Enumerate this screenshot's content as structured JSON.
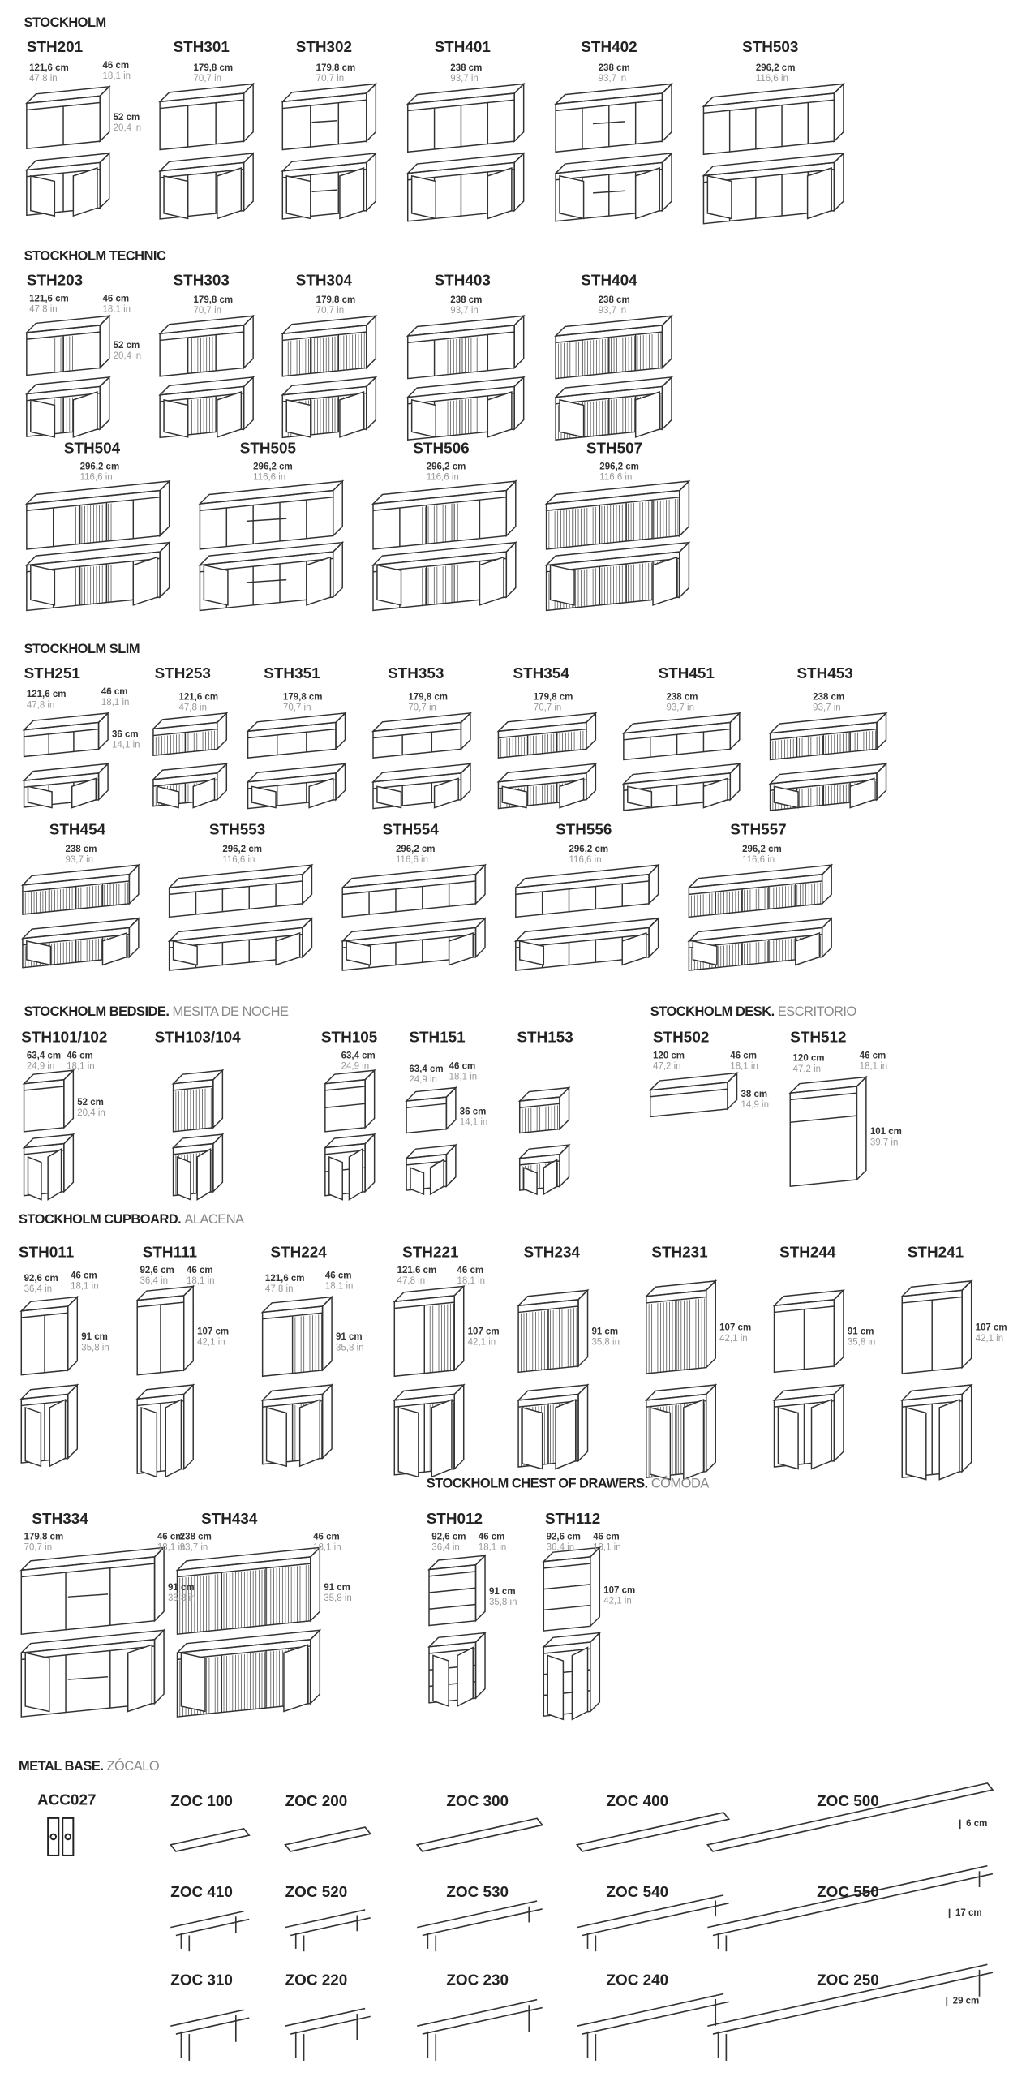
{
  "sections": [
    {
      "title": "STOCKHOLM",
      "subtitle": "",
      "items": [
        {
          "code": "STH201",
          "dims": [
            {
              "cm": "121,6 cm",
              "in": "47,8 in"
            },
            {
              "cm": "46 cm",
              "in": "18,1 in"
            },
            {
              "cm": "52 cm",
              "in": "20,4 in"
            }
          ]
        },
        {
          "code": "STH301",
          "dims": [
            {
              "cm": "179,8 cm",
              "in": "70,7 in"
            }
          ]
        },
        {
          "code": "STH302",
          "dims": [
            {
              "cm": "179,8 cm",
              "in": "70,7 in"
            }
          ]
        },
        {
          "code": "STH401",
          "dims": [
            {
              "cm": "238 cm",
              "in": "93,7 in"
            }
          ]
        },
        {
          "code": "STH402",
          "dims": [
            {
              "cm": "238 cm",
              "in": "93,7 in"
            }
          ]
        },
        {
          "code": "STH503",
          "dims": [
            {
              "cm": "296,2 cm",
              "in": "116,6 in"
            }
          ]
        }
      ]
    },
    {
      "title": "STOCKHOLM TECHNIC",
      "subtitle": "",
      "items": [
        {
          "code": "STH203",
          "dims": [
            {
              "cm": "121,6 cm",
              "in": "47,8 in"
            },
            {
              "cm": "46 cm",
              "in": "18,1 in"
            },
            {
              "cm": "52 cm",
              "in": "20,4 in"
            }
          ]
        },
        {
          "code": "STH303",
          "dims": [
            {
              "cm": "179,8 cm",
              "in": "70,7 in"
            }
          ]
        },
        {
          "code": "STH304",
          "dims": [
            {
              "cm": "179,8 cm",
              "in": "70,7 in"
            }
          ]
        },
        {
          "code": "STH403",
          "dims": [
            {
              "cm": "238 cm",
              "in": "93,7 in"
            }
          ]
        },
        {
          "code": "STH404",
          "dims": [
            {
              "cm": "238 cm",
              "in": "93,7 in"
            }
          ]
        },
        {
          "code": "STH504",
          "dims": [
            {
              "cm": "296,2 cm",
              "in": "116,6 in"
            }
          ]
        },
        {
          "code": "STH505",
          "dims": [
            {
              "cm": "296,2 cm",
              "in": "116,6 in"
            }
          ]
        },
        {
          "code": "STH506",
          "dims": [
            {
              "cm": "296,2 cm",
              "in": "116,6 in"
            }
          ]
        },
        {
          "code": "STH507",
          "dims": [
            {
              "cm": "296,2 cm",
              "in": "116,6 in"
            }
          ]
        }
      ]
    },
    {
      "title": "STOCKHOLM SLIM",
      "subtitle": "",
      "items": [
        {
          "code": "STH251",
          "dims": [
            {
              "cm": "121,6 cm",
              "in": "47,8 in"
            },
            {
              "cm": "46 cm",
              "in": "18,1 in"
            },
            {
              "cm": "36 cm",
              "in": "14,1 in"
            }
          ]
        },
        {
          "code": "STH253",
          "dims": [
            {
              "cm": "121,6 cm",
              "in": "47,8 in"
            }
          ]
        },
        {
          "code": "STH351",
          "dims": [
            {
              "cm": "179,8 cm",
              "in": "70,7 in"
            }
          ]
        },
        {
          "code": "STH353",
          "dims": [
            {
              "cm": "179,8 cm",
              "in": "70,7 in"
            }
          ]
        },
        {
          "code": "STH354",
          "dims": [
            {
              "cm": "179,8 cm",
              "in": "70,7 in"
            }
          ]
        },
        {
          "code": "STH451",
          "dims": [
            {
              "cm": "238 cm",
              "in": "93,7 in"
            }
          ]
        },
        {
          "code": "STH453",
          "dims": [
            {
              "cm": "238 cm",
              "in": "93,7 in"
            }
          ]
        },
        {
          "code": "STH454",
          "dims": [
            {
              "cm": "238 cm",
              "in": "93,7 in"
            }
          ]
        },
        {
          "code": "STH553",
          "dims": [
            {
              "cm": "296,2 cm",
              "in": "116,6 in"
            }
          ]
        },
        {
          "code": "STH554",
          "dims": [
            {
              "cm": "296,2 cm",
              "in": "116,6 in"
            }
          ]
        },
        {
          "code": "STH556",
          "dims": [
            {
              "cm": "296,2 cm",
              "in": "116,6 in"
            }
          ]
        },
        {
          "code": "STH557",
          "dims": [
            {
              "cm": "296,2 cm",
              "in": "116,6 in"
            }
          ]
        }
      ]
    },
    {
      "title": "STOCKHOLM BEDSIDE.",
      "subtitle": "MESITA DE NOCHE",
      "items": [
        {
          "code": "STH101/102",
          "dims": [
            {
              "cm": "63,4 cm",
              "in": "24,9 in"
            },
            {
              "cm": "46 cm",
              "in": "18,1 in"
            },
            {
              "cm": "52 cm",
              "in": "20,4 in"
            }
          ]
        },
        {
          "code": "STH103/104",
          "dims": []
        },
        {
          "code": "STH105",
          "dims": [
            {
              "cm": "63,4 cm",
              "in": "24,9 in"
            }
          ]
        },
        {
          "code": "STH151",
          "dims": [
            {
              "cm": "63,4 cm",
              "in": "24,9 in"
            },
            {
              "cm": "46 cm",
              "in": "18,1 in"
            },
            {
              "cm": "36 cm",
              "in": "14,1 in"
            }
          ]
        },
        {
          "code": "STH153",
          "dims": []
        }
      ]
    },
    {
      "title": "STOCKHOLM DESK.",
      "subtitle": "ESCRITORIO",
      "items": [
        {
          "code": "STH502",
          "dims": [
            {
              "cm": "120 cm",
              "in": "47,2 in"
            },
            {
              "cm": "46 cm",
              "in": "18,1 in"
            },
            {
              "cm": "38 cm",
              "in": "14,9 in"
            }
          ]
        },
        {
          "code": "STH512",
          "dims": [
            {
              "cm": "120 cm",
              "in": "47,2 in"
            },
            {
              "cm": "46 cm",
              "in": "18,1 in"
            },
            {
              "cm": "101 cm",
              "in": "39,7 in"
            }
          ]
        }
      ]
    },
    {
      "title": "STOCKHOLM CUPBOARD.",
      "subtitle": "ALACENA",
      "items": [
        {
          "code": "STH011",
          "dims": [
            {
              "cm": "92,6 cm",
              "in": "36,4 in"
            },
            {
              "cm": "46 cm",
              "in": "18,1 in"
            },
            {
              "cm": "91 cm",
              "in": "35,8 in"
            }
          ]
        },
        {
          "code": "STH111",
          "dims": [
            {
              "cm": "92,6 cm",
              "in": "36,4 in"
            },
            {
              "cm": "46 cm",
              "in": "18,1 in"
            },
            {
              "cm": "107 cm",
              "in": "42,1 in"
            }
          ]
        },
        {
          "code": "STH224",
          "dims": [
            {
              "cm": "121,6 cm",
              "in": "47,8 in"
            },
            {
              "cm": "46 cm",
              "in": "18,1 in"
            },
            {
              "cm": "91 cm",
              "in": "35,8 in"
            }
          ]
        },
        {
          "code": "STH221",
          "dims": [
            {
              "cm": "121,6 cm",
              "in": "47,8 in"
            },
            {
              "cm": "46 cm",
              "in": "18,1 in"
            },
            {
              "cm": "107 cm",
              "in": "42,1 in"
            }
          ]
        },
        {
          "code": "STH234",
          "dims": [
            {
              "cm": "91 cm",
              "in": "35,8 in"
            }
          ]
        },
        {
          "code": "STH231",
          "dims": [
            {
              "cm": "107 cm",
              "in": "42,1 in"
            }
          ]
        },
        {
          "code": "STH244",
          "dims": [
            {
              "cm": "91 cm",
              "in": "35,8 in"
            }
          ]
        },
        {
          "code": "STH241",
          "dims": [
            {
              "cm": "107 cm",
              "in": "42,1 in"
            }
          ]
        },
        {
          "code": "STH334",
          "dims": [
            {
              "cm": "179,8 cm",
              "in": "70,7 in"
            },
            {
              "cm": "46 cm",
              "in": "18,1 in"
            },
            {
              "cm": "91 cm",
              "in": "35,8 in"
            }
          ]
        },
        {
          "code": "STH434",
          "dims": [
            {
              "cm": "238 cm",
              "in": "93,7 in"
            },
            {
              "cm": "46 cm",
              "in": "18,1 in"
            },
            {
              "cm": "91 cm",
              "in": "35,8 in"
            }
          ]
        }
      ]
    },
    {
      "title": "STOCKHOLM CHEST OF DRAWERS.",
      "subtitle": "CÓMODA",
      "items": [
        {
          "code": "STH012",
          "dims": [
            {
              "cm": "92,6 cm",
              "in": "36,4 in"
            },
            {
              "cm": "46 cm",
              "in": "18,1 in"
            },
            {
              "cm": "91 cm",
              "in": "35,8 in"
            }
          ]
        },
        {
          "code": "STH112",
          "dims": [
            {
              "cm": "92,6 cm",
              "in": "36,4 in"
            },
            {
              "cm": "46 cm",
              "in": "18,1 in"
            },
            {
              "cm": "107 cm",
              "in": "42,1 in"
            }
          ]
        }
      ]
    },
    {
      "title": "METAL BASE.",
      "subtitle": "ZÓCALO",
      "items": [
        {
          "code": "ACC027",
          "dims": []
        },
        {
          "code": "ZOC 100",
          "dims": []
        },
        {
          "code": "ZOC 200",
          "dims": []
        },
        {
          "code": "ZOC 300",
          "dims": []
        },
        {
          "code": "ZOC 400",
          "dims": []
        },
        {
          "code": "ZOC 500",
          "dims": []
        },
        {
          "code": "ZOC 410",
          "dims": []
        },
        {
          "code": "ZOC 520",
          "dims": []
        },
        {
          "code": "ZOC 530",
          "dims": []
        },
        {
          "code": "ZOC 540",
          "dims": []
        },
        {
          "code": "ZOC 550",
          "dims": []
        },
        {
          "code": "ZOC 310",
          "dims": []
        },
        {
          "code": "ZOC 220",
          "dims": []
        },
        {
          "code": "ZOC 230",
          "dims": []
        },
        {
          "code": "ZOC 240",
          "dims": []
        },
        {
          "code": "ZOC 250",
          "dims": []
        }
      ],
      "heights": [
        "6 cm",
        "17 cm",
        "29 cm"
      ]
    }
  ]
}
